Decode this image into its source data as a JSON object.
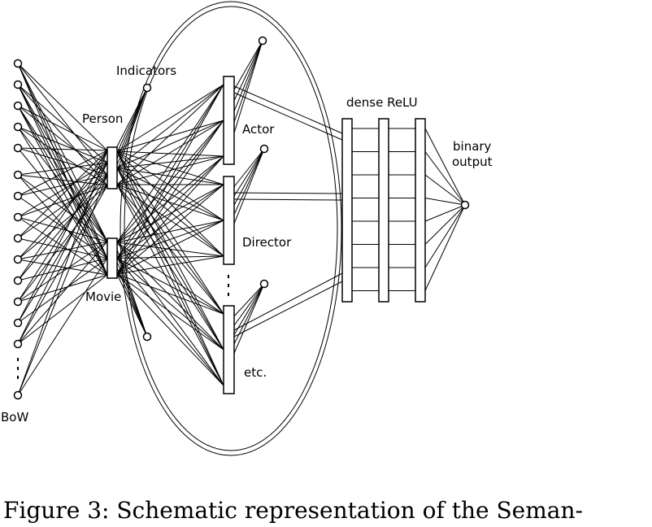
{
  "labels": {
    "bow": "BoW",
    "person": "Person",
    "movie": "Movie",
    "indicators": "Indicators",
    "actor": "Actor",
    "director": "Director",
    "etc": "etc.",
    "dense": "dense ReLU",
    "binary1": "binary",
    "binary2": "output"
  },
  "caption": "Figure 3: Schematic representation of the Seman-"
}
